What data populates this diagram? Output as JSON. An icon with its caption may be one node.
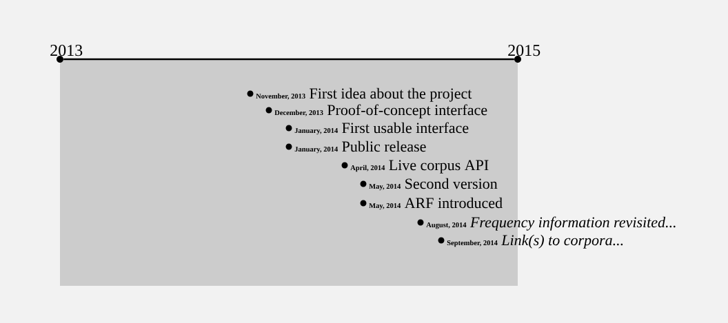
{
  "diagram": {
    "nodes": [
      {
        "text": [
          "2013"
        ]
      },
      {
        "text": [
          "2015"
        ]
      }
    ],
    "edges": [
      {
        "from": 0,
        "to": 1,
        "arrow": "none"
      }
    ],
    "labels": [
      "November, 2013",
      "First idea about the project",
      "December, 2013",
      "Proof-of-concept interface",
      "January, 2014",
      "First usable interface",
      "January, 2014",
      "Public release",
      "April, 2014",
      "Live corpus API",
      "May, 2014",
      "Second version",
      "May, 2014",
      "ARF introduced",
      "August, 2014",
      "Frequency information revisited...",
      "September, 2014",
      "Link(s) to corpora..."
    ]
  }
}
